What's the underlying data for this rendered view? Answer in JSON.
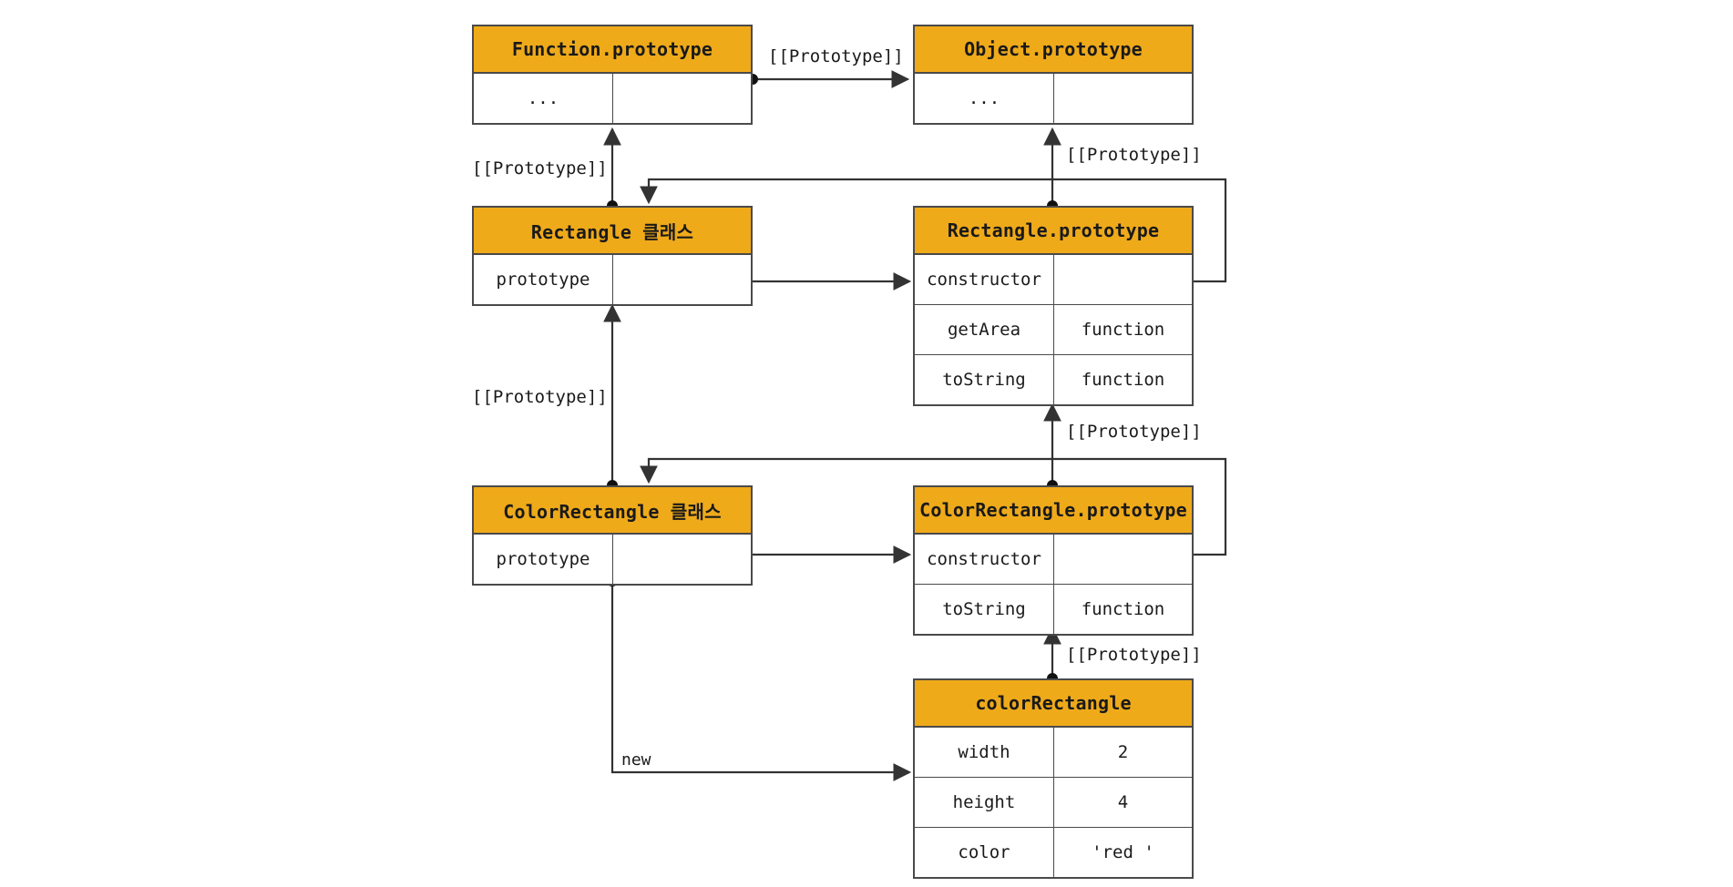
{
  "diagram": {
    "title": "JavaScript prototype chain diagram",
    "accent_color": "#EFAA1A",
    "line_color": "#333333",
    "border_color": "#4a4a4a",
    "labels": {
      "prototype_link": "[[Prototype]]",
      "new_link": "new",
      "ellipsis": "..."
    }
  },
  "boxes": {
    "function_prototype": {
      "title": "Function.prototype",
      "rows": [
        {
          "key": "...",
          "value": ""
        }
      ]
    },
    "object_prototype": {
      "title": "Object.prototype",
      "rows": [
        {
          "key": "...",
          "value": ""
        }
      ]
    },
    "rectangle_class": {
      "title": "Rectangle 클래스",
      "rows": [
        {
          "key": "prototype",
          "value": ""
        }
      ]
    },
    "rectangle_prototype": {
      "title": "Rectangle.prototype",
      "rows": [
        {
          "key": "constructor",
          "value": ""
        },
        {
          "key": "getArea",
          "value": "function"
        },
        {
          "key": "toString",
          "value": "function"
        }
      ]
    },
    "colorrectangle_class": {
      "title": "ColorRectangle 클래스",
      "rows": [
        {
          "key": "prototype",
          "value": ""
        }
      ]
    },
    "colorrectangle_prototype": {
      "title": "ColorRectangle.prototype",
      "rows": [
        {
          "key": "constructor",
          "value": ""
        },
        {
          "key": "toString",
          "value": "function"
        }
      ]
    },
    "colorrectangle_instance": {
      "title": "colorRectangle",
      "rows": [
        {
          "key": "width",
          "value": "2"
        },
        {
          "key": "height",
          "value": "4"
        },
        {
          "key": "color",
          "value": "'red '"
        }
      ]
    }
  },
  "edge_labels": {
    "fn_to_obj": "[[Prototype]]",
    "obj_from_rectproto": "[[Prototype]]",
    "fnproto_from_rectclass": "[[Prototype]]",
    "rectclass_from_colorclass": "[[Prototype]]",
    "rectproto_from_colorproto": "[[Prototype]]",
    "colorproto_from_instance": "[[Prototype]]",
    "new_instance": "new"
  }
}
